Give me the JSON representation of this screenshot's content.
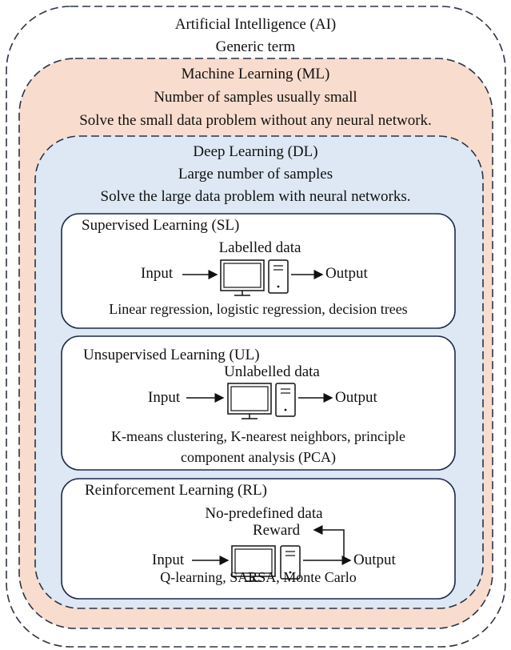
{
  "ai": {
    "title": "Artificial Intelligence (AI)",
    "subtitle": "Generic term"
  },
  "ml": {
    "title": "Machine Learning (ML)",
    "line1": "Number of samples usually small",
    "line2": "Solve the small data problem without any neural network."
  },
  "dl": {
    "title": "Deep Learning (DL)",
    "line1": "Large number of samples",
    "line2": "Solve the large data problem with neural networks."
  },
  "sl": {
    "title": "Supervised Learning (SL)",
    "data_label": "Labelled data",
    "input": "Input",
    "output": "Output",
    "examples": "Linear regression, logistic regression, decision trees"
  },
  "ul": {
    "title": "Unsupervised Learning (UL)",
    "data_label": "Unlabelled data",
    "input": "Input",
    "output": "Output",
    "examples_line1": "K-means clustering, K-nearest neighbors, principle",
    "examples_line2": "component analysis (PCA)"
  },
  "rl": {
    "title": "Reinforcement Learning (RL)",
    "data_label": "No-predefined data",
    "reward": "Reward",
    "input": "Input",
    "output": "Output",
    "examples": "Q-learning, SARSA, Monte Carlo"
  },
  "colors": {
    "ml_fill": "#f8dccd",
    "dl_fill": "#dde8f4",
    "stroke": "#2b3346",
    "box_stroke": "#1d2a4a"
  },
  "icons": [
    "computer-monitor-icon",
    "tower-case-icon",
    "arrow-right-icon",
    "feedback-arrow-icon"
  ]
}
